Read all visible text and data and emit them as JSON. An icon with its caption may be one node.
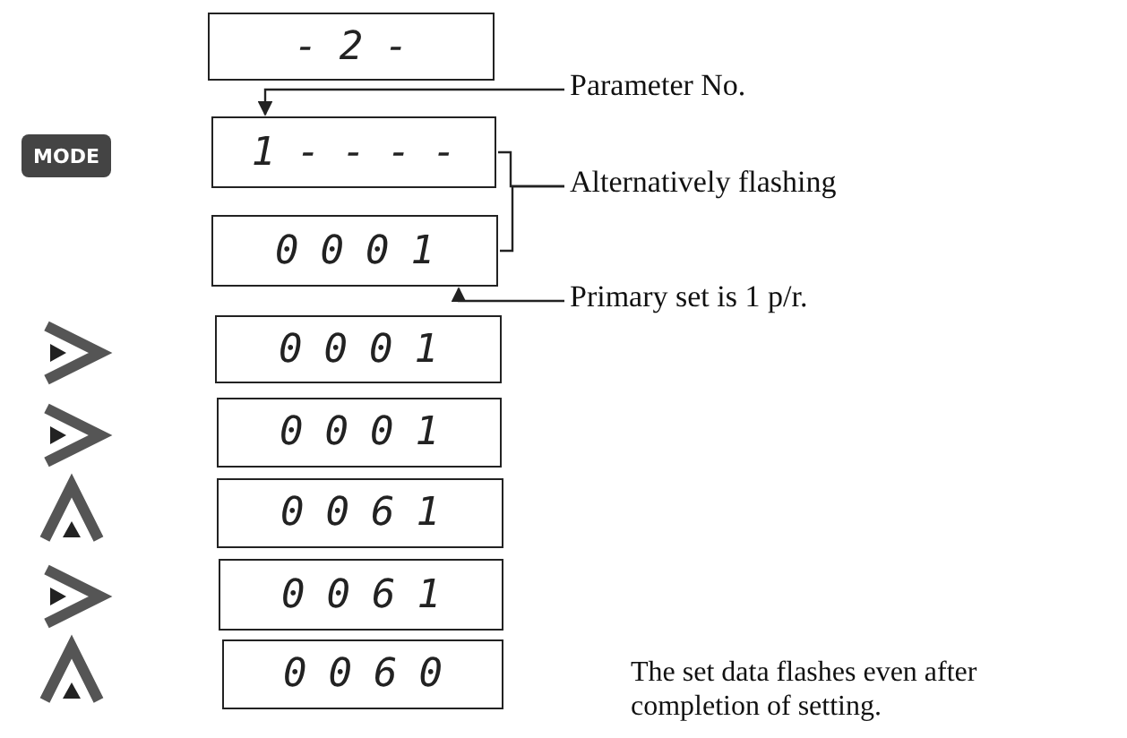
{
  "diagram": {
    "nodes": [
      {
        "text": [
          "-2-"
        ]
      },
      {
        "text": [
          "1----"
        ]
      },
      {
        "text": [
          "0001"
        ]
      },
      {
        "text": [
          "0001"
        ]
      },
      {
        "text": [
          "0001"
        ]
      },
      {
        "text": [
          "0061"
        ]
      },
      {
        "text": [
          "0061"
        ]
      },
      {
        "text": [
          "0060"
        ]
      },
      {
        "text": [
          "Parameter No."
        ]
      },
      {
        "text": [
          "Alternatively flashing"
        ]
      },
      {
        "text": [
          "Primary set is 1 p/r."
        ]
      }
    ],
    "edges": [
      {
        "from": 8,
        "to": 1,
        "arrow": "to"
      },
      {
        "from": 9,
        "to": 1,
        "arrow": "none"
      },
      {
        "from": 9,
        "to": 2,
        "arrow": "none"
      },
      {
        "from": 10,
        "to": 2,
        "arrow": "to"
      }
    ],
    "labels": [
      "MODE",
      "The set data flashes even after completion of setting."
    ]
  }
}
